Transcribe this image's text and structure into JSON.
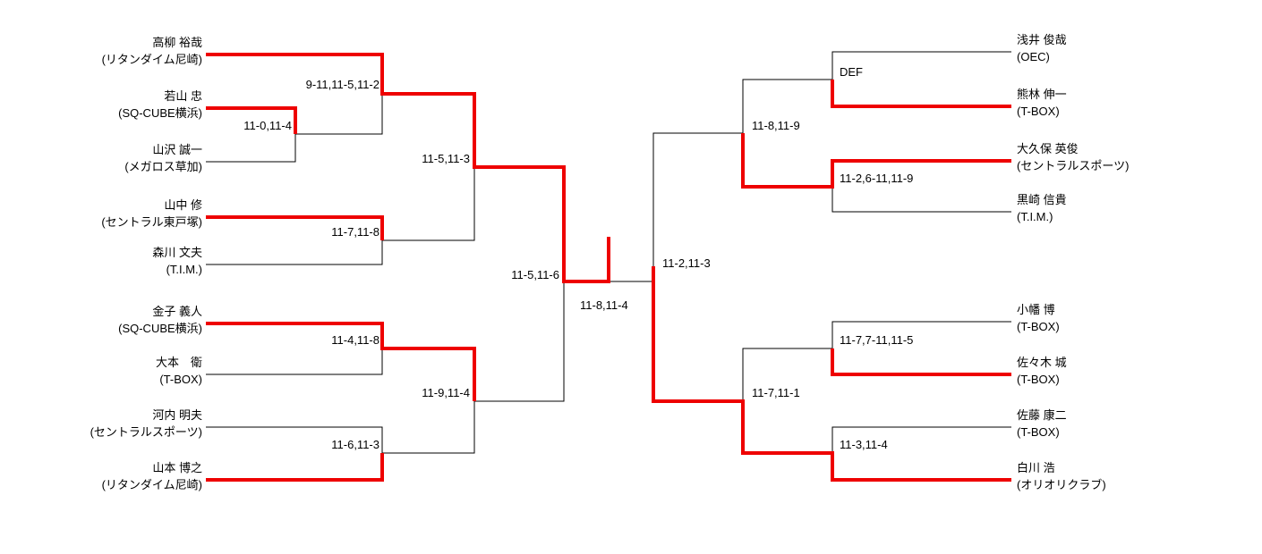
{
  "bracket": {
    "champion": "高柳 裕哉",
    "colors": {
      "winner_path": "#ee0000",
      "line": "#000000",
      "background": "#ffffff"
    },
    "left": {
      "players": [
        {
          "name": "高柳 裕哉",
          "club": "(リタンダイム尼崎)",
          "on_winner_path": true
        },
        {
          "name": "若山 忠",
          "club": "(SQ-CUBE横浜)",
          "on_winner_path": true
        },
        {
          "name": "山沢 誠一",
          "club": "(メガロス草加)",
          "on_winner_path": false
        },
        {
          "name": "山中 修",
          "club": "(セントラル東戸塚)",
          "on_winner_path": true
        },
        {
          "name": "森川 文夫",
          "club": "(T.I.M.)",
          "on_winner_path": false
        },
        {
          "name": "金子 義人",
          "club": "(SQ-CUBE横浜)",
          "on_winner_path": true
        },
        {
          "name": "大本　衛",
          "club": "(T-BOX)",
          "on_winner_path": false
        },
        {
          "name": "河内 明夫",
          "club": "(セントラルスポーツ)",
          "on_winner_path": false
        },
        {
          "name": "山本 博之",
          "club": "(リタンダイム尼崎)",
          "on_winner_path": true
        }
      ],
      "scores": {
        "round1": "11-0,11-4",
        "quarter1": "9-11,11-5,11-2",
        "quarter2": "11-7,11-8",
        "quarter3": "11-4,11-8",
        "quarter4": "11-6,11-3",
        "semi1": "11-5,11-3",
        "semi2": "11-9,11-4",
        "final": "11-5,11-6"
      }
    },
    "right": {
      "players": [
        {
          "name": "浅井 俊哉",
          "club": "(OEC)",
          "on_winner_path": false
        },
        {
          "name": "熊林 伸一",
          "club": "(T-BOX)",
          "on_winner_path": true
        },
        {
          "name": "大久保 英俊",
          "club": "(セントラルスポーツ)",
          "on_winner_path": true
        },
        {
          "name": "黒崎 信貴",
          "club": "(T.I.M.)",
          "on_winner_path": false
        },
        {
          "name": "小幡 博",
          "club": "(T-BOX)",
          "on_winner_path": false
        },
        {
          "name": "佐々木 城",
          "club": "(T-BOX)",
          "on_winner_path": true
        },
        {
          "name": "佐藤 康二",
          "club": "(T-BOX)",
          "on_winner_path": false
        },
        {
          "name": "白川 浩",
          "club": "(オリオリクラブ)",
          "on_winner_path": true
        }
      ],
      "scores": {
        "round1a": "DEF",
        "round1b": "11-2,6-11,11-9",
        "round1c": "11-7,7-11,11-5",
        "round1d": "11-3,11-4",
        "semi1": "11-8,11-9",
        "semi2": "11-7,11-1",
        "final": "11-2,11-3"
      }
    },
    "grand_final": {
      "score": "11-8,11-4"
    }
  }
}
